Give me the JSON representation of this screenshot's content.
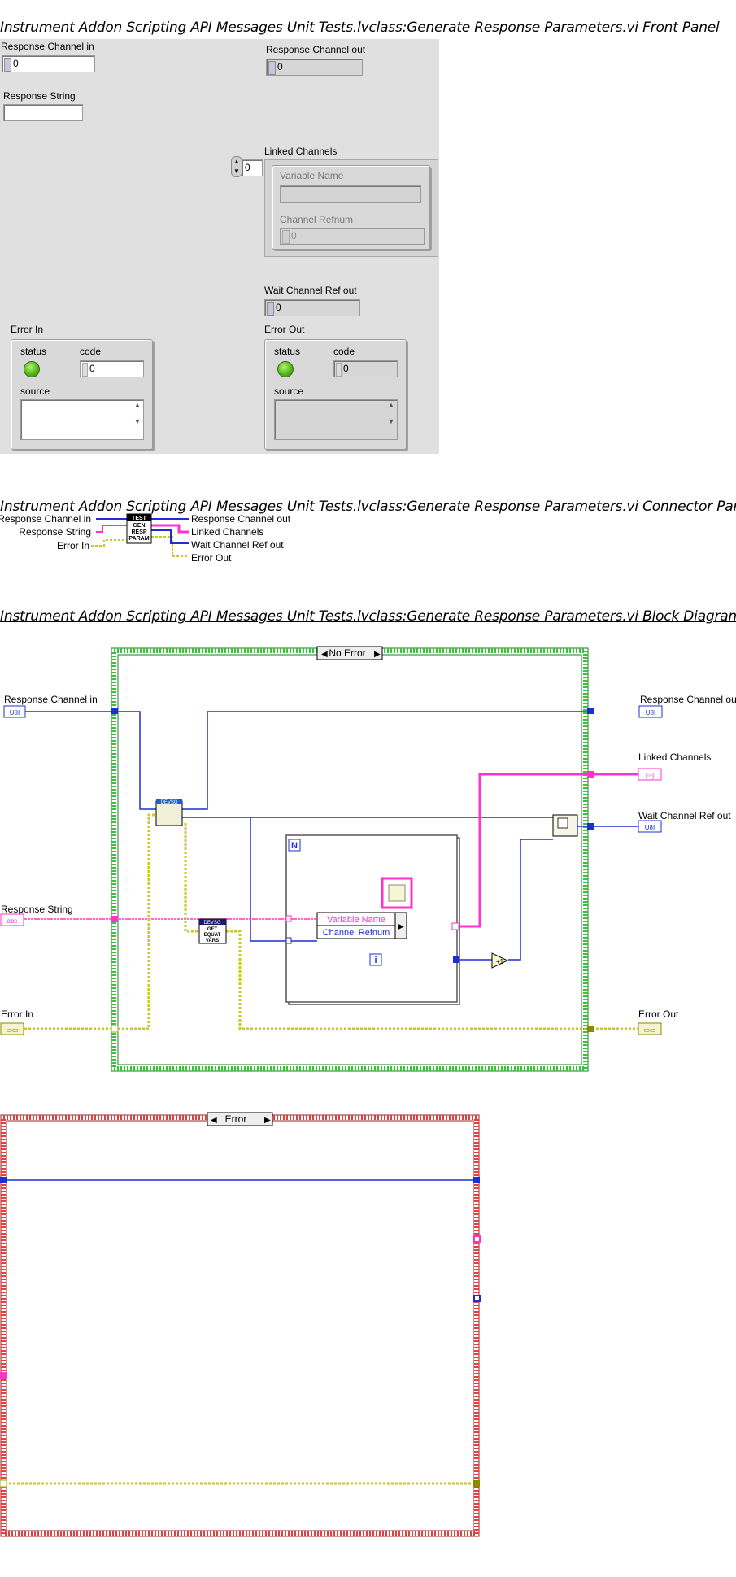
{
  "titles": {
    "front_panel": "Instrument Addon Scripting API Messages Unit Tests.lvclass:Generate Response Parameters.vi Front Panel",
    "connector_pane": "Instrument Addon Scripting API Messages Unit Tests.lvclass:Generate Response Parameters.vi Connector Pane",
    "block_diagram": "Instrument Addon Scripting API Messages Unit Tests.lvclass:Generate Response Parameters.vi Block Diagram"
  },
  "front_panel": {
    "response_channel_in": {
      "label": "Response Channel in",
      "value": "0"
    },
    "response_string": {
      "label": "Response String",
      "value": ""
    },
    "response_channel_out": {
      "label": "Response Channel out",
      "value": "0"
    },
    "linked_channels": {
      "label": "Linked Channels",
      "index": "0",
      "variable_name_label": "Variable Name",
      "variable_name_value": "",
      "channel_refnum_label": "Channel Refnum",
      "channel_refnum_value": "0"
    },
    "wait_channel_ref_out": {
      "label": "Wait Channel Ref out",
      "value": "0"
    },
    "error_in": {
      "label": "Error In",
      "status_label": "status",
      "code_label": "code",
      "code_value": "0",
      "source_label": "source",
      "source_value": ""
    },
    "error_out": {
      "label": "Error Out",
      "status_label": "status",
      "code_label": "code",
      "code_value": "0",
      "source_label": "source",
      "source_value": ""
    }
  },
  "connector_pane": {
    "left_terminals": [
      "Response Channel in",
      "Response String",
      "Error In"
    ],
    "right_terminals": [
      "Response Channel out",
      "Linked Channels",
      "Wait Channel Ref out",
      "Error Out"
    ],
    "icon_lines": [
      "TEST",
      "GEN",
      "RESP",
      "PARAM"
    ]
  },
  "block_diagram": {
    "case_selector_main": "No Error",
    "case_selector_error": "Error",
    "terminals": {
      "response_channel_in": "Response Channel in",
      "response_string": "Response String",
      "error_in": "Error In",
      "response_channel_out": "Response Channel out",
      "linked_channels": "Linked Channels",
      "wait_channel_ref_out": "Wait Channel Ref out",
      "error_out": "Error Out"
    },
    "terminal_glyphs": {
      "refnum": "U8I",
      "string": "abc",
      "cluster": "▭▭",
      "array_cluster": "[▫▫]"
    },
    "for_loop_count": "N",
    "for_loop_index": "i",
    "bundle_labels": [
      "Variable Name",
      "Channel Refnum"
    ],
    "subvi_get_equat_vars": [
      "DEVSG",
      "GET",
      "EQUAT",
      "VARS"
    ],
    "subvi_top_label": "DEVSG",
    "increment_glyph": "+1"
  },
  "colors": {
    "refnum_wire": "#1c2fd6",
    "string_wire": "#ff33cc",
    "error_wire": "#c8c820",
    "case_green": "#3fbf3f",
    "case_red": "#e04040",
    "panel_bg": "#e0e0e0"
  }
}
